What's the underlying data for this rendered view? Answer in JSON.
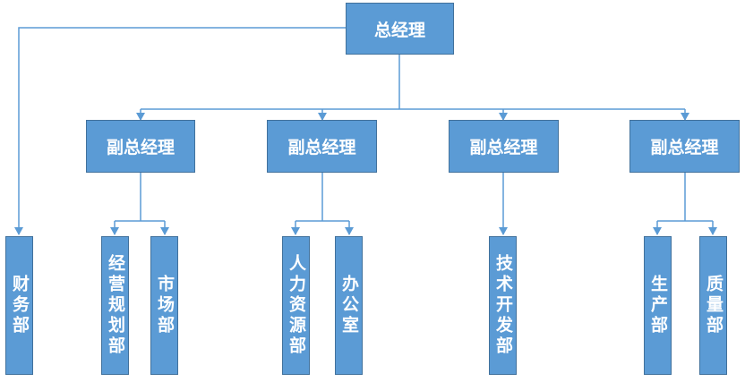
{
  "colors": {
    "box_fill": "#5b9bd5",
    "box_border": "#41719c",
    "line": "#5b9bd5",
    "text": "#ffffff"
  },
  "org_chart": {
    "root": "总经理",
    "finance": "财务部",
    "vice_presidents": [
      {
        "label": "副总经理",
        "departments": [
          "经营规划部",
          "市场部"
        ]
      },
      {
        "label": "副总经理",
        "departments": [
          "人力资源部",
          "办公室"
        ]
      },
      {
        "label": "副总经理",
        "departments": [
          "技术开发部"
        ]
      },
      {
        "label": "副总经理",
        "departments": [
          "生产部",
          "质量部"
        ]
      }
    ]
  }
}
